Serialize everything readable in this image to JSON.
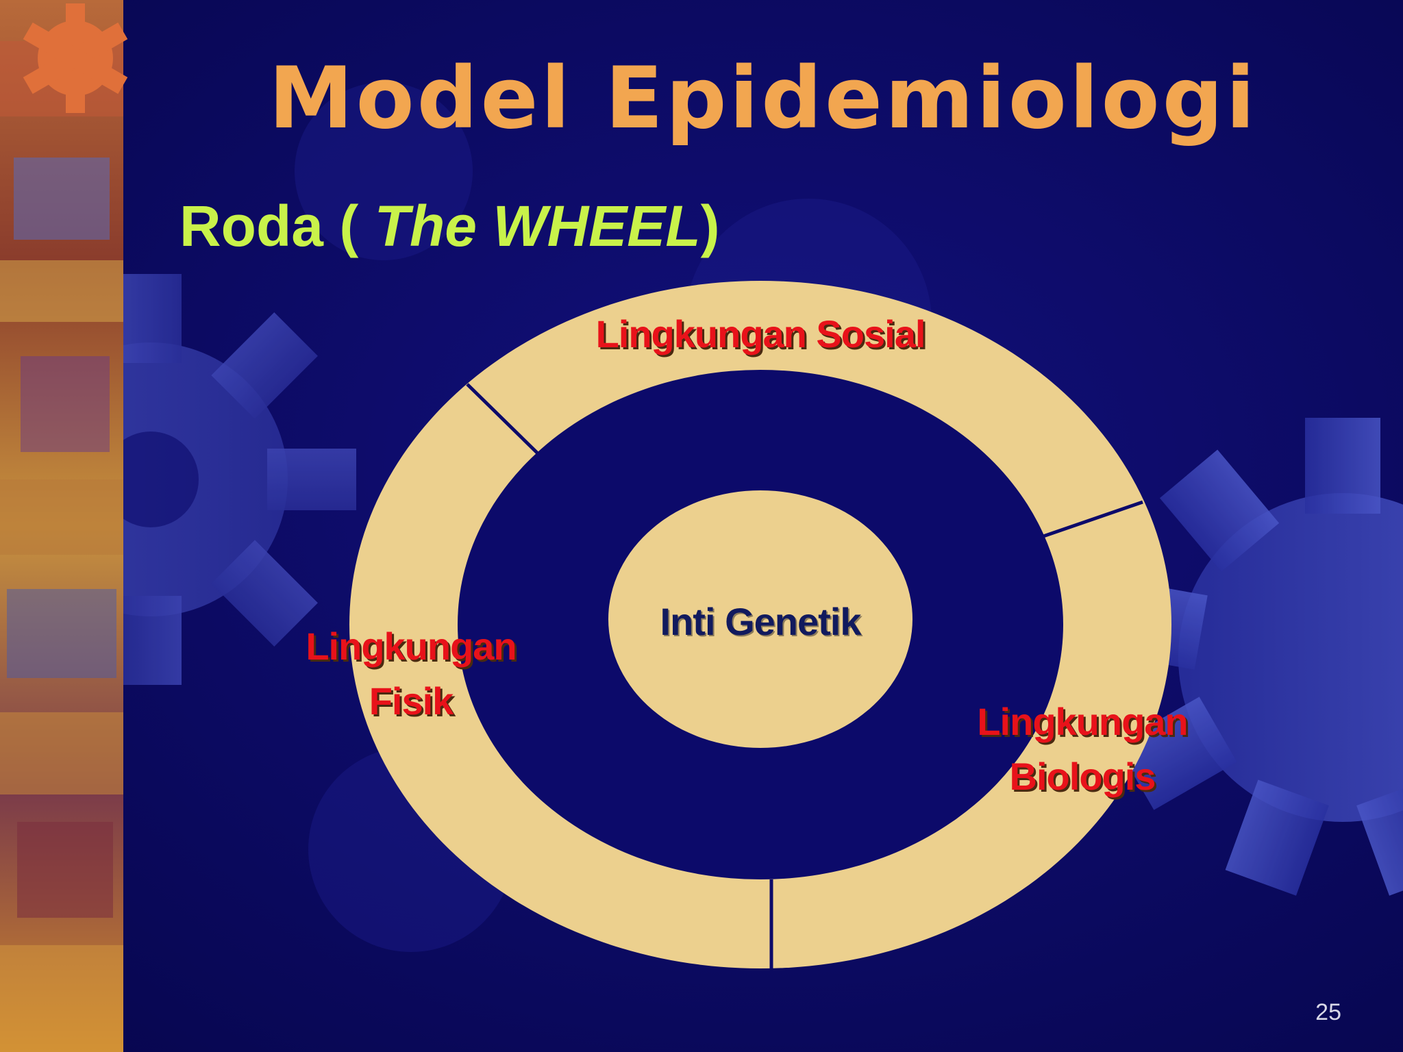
{
  "slide": {
    "title": "Model Epidemiologi",
    "subtitle_prefix": "Roda ( ",
    "subtitle_italic": "The WHEEL",
    "subtitle_suffix": ")",
    "page_number": "25"
  },
  "diagram": {
    "core": "Inti Genetik",
    "segments": {
      "social": "Lingkungan Sosial",
      "physical_line1": "Lingkungan",
      "physical_line2": "Fisik",
      "biological_line1": "Lingkungan",
      "biological_line2": "Biologis"
    }
  },
  "colors": {
    "background": "#0c0a6a",
    "title": "#f2a650",
    "subtitle": "#c9f24a",
    "ring": "#ecd08e",
    "segment_text": "#e8121a",
    "core_text": "#111a5e",
    "page_number": "#d8d8e8"
  }
}
